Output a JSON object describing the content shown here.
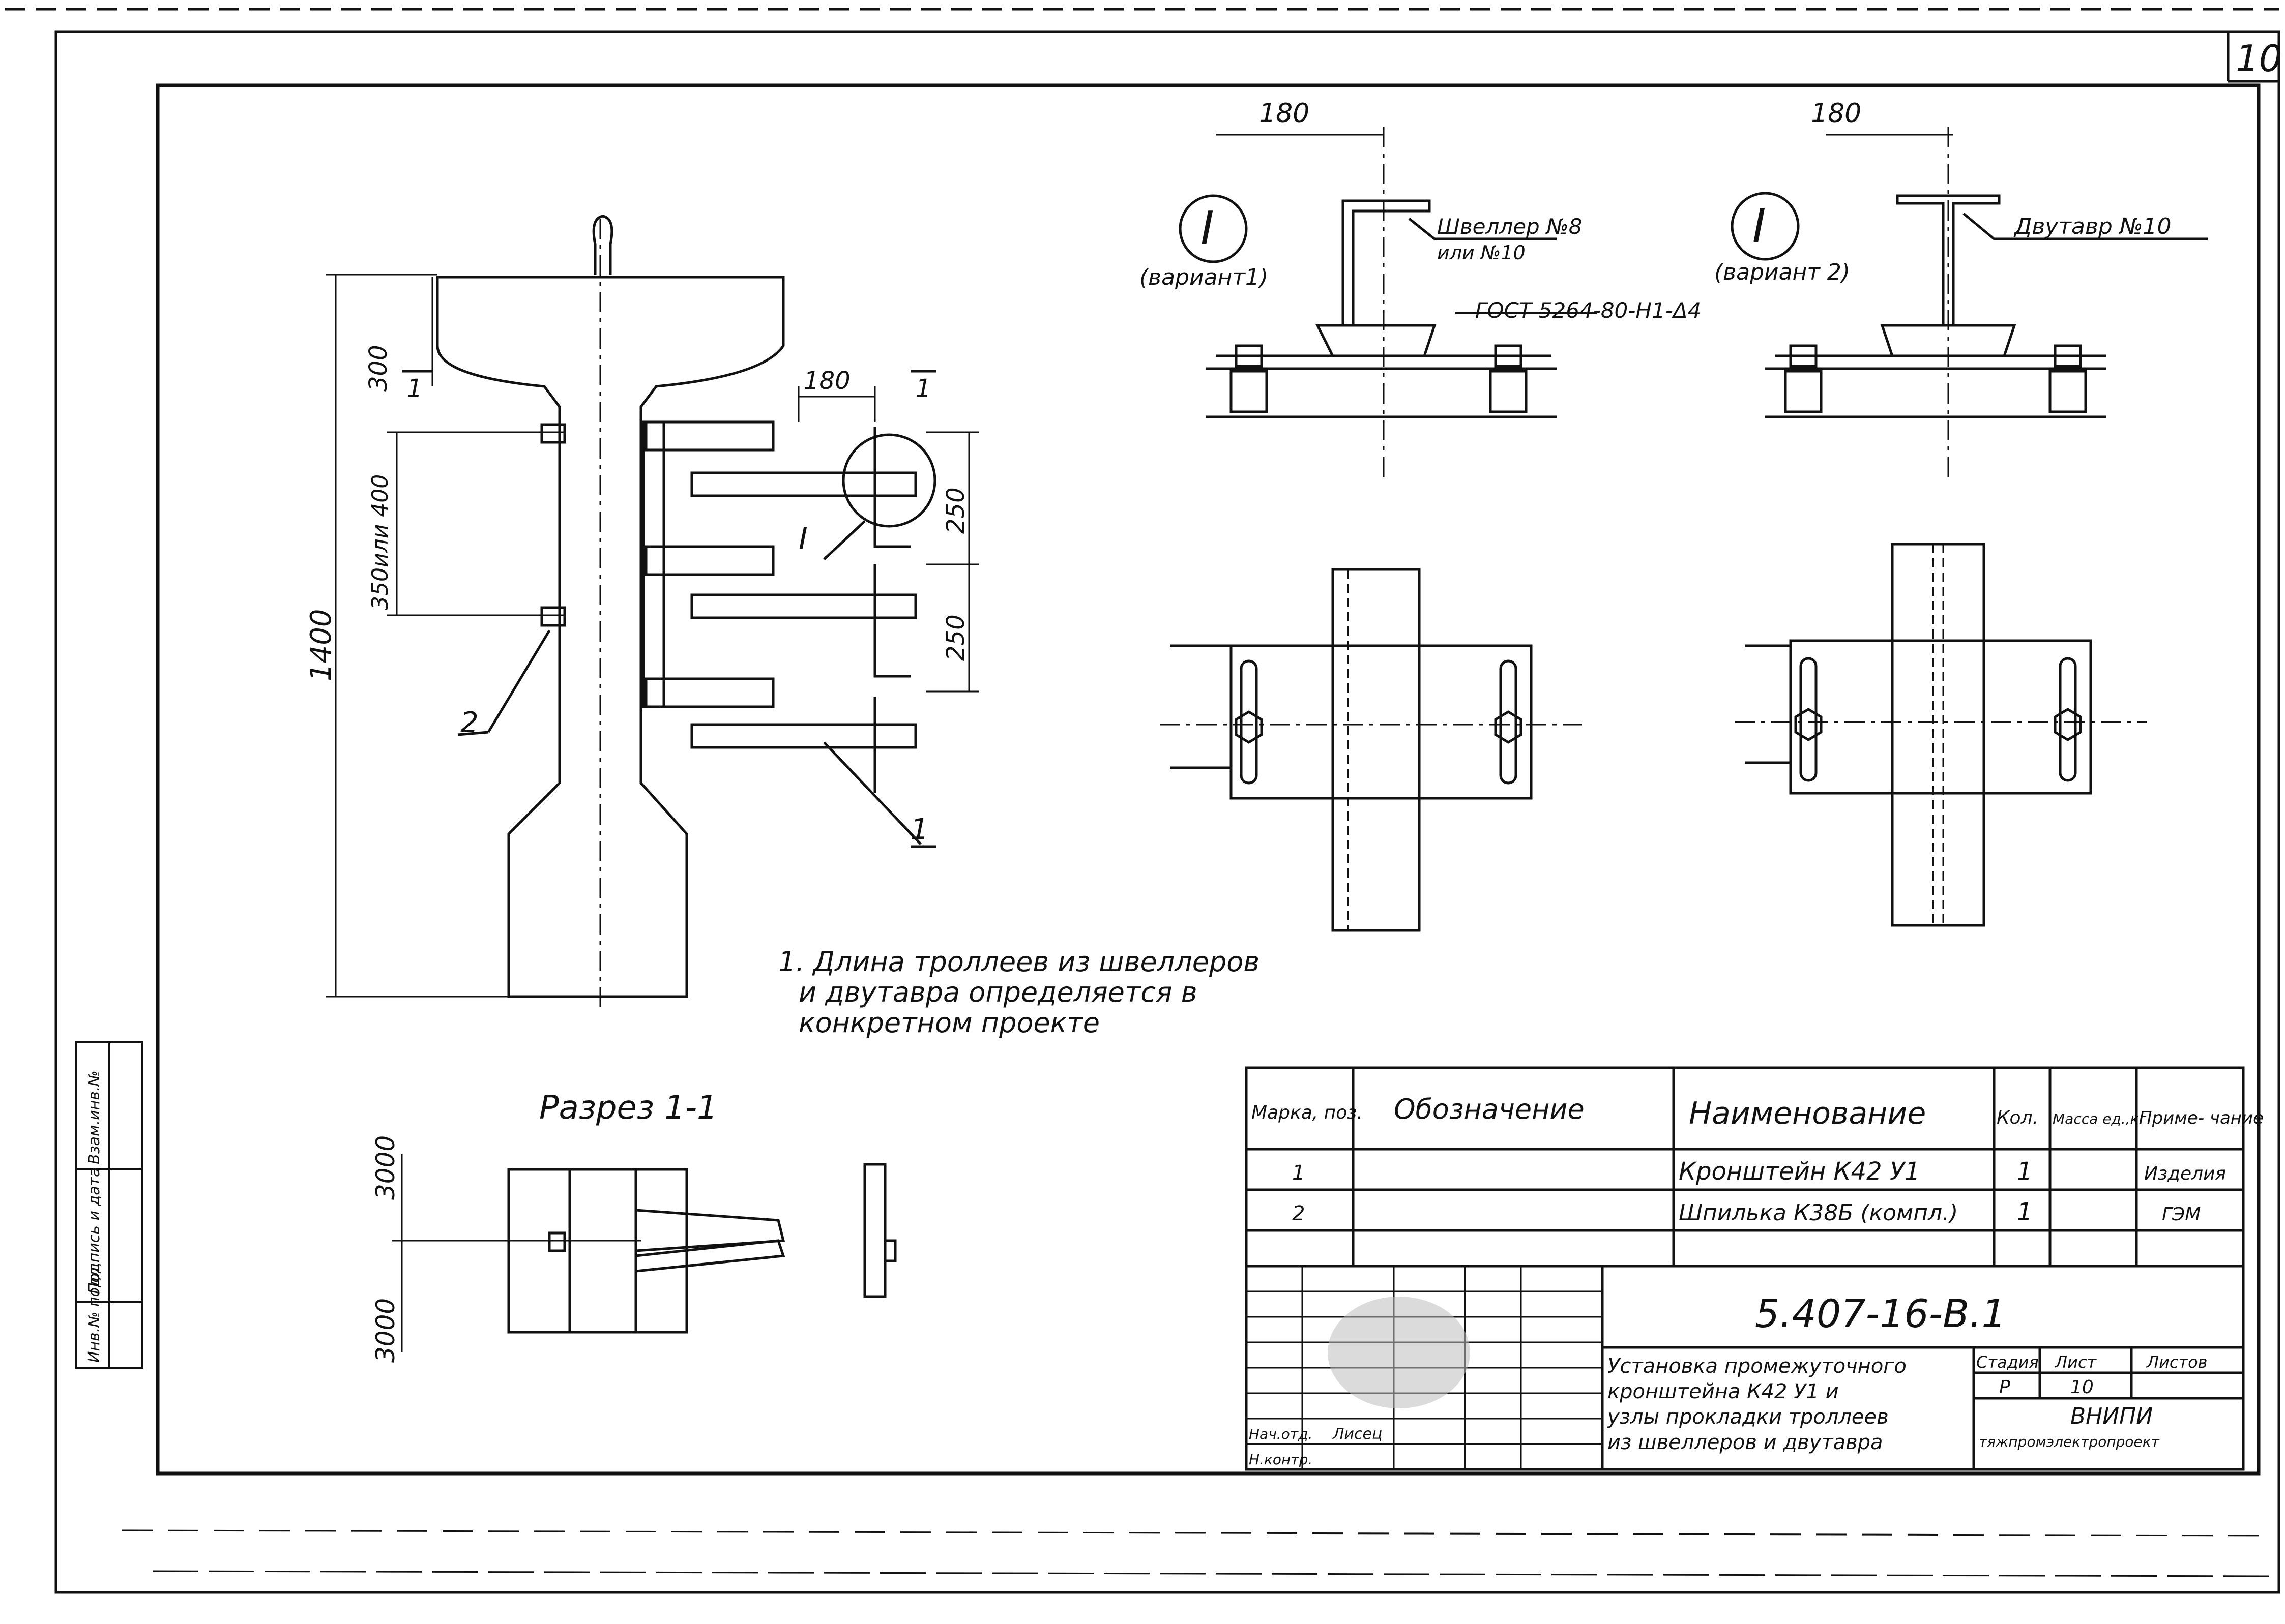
{
  "sheet": {
    "page_number": "10"
  },
  "stamp": {
    "left_labels": [
      "Взам.инв.№",
      "Подпись и дата",
      "Инв.№ подл."
    ]
  },
  "main_view": {
    "dim_total": "1400",
    "dim_top": "300",
    "dim_mid": "350или 400",
    "dim_bracket": "180",
    "dim_step_1": "250",
    "dim_step_2": "250",
    "section_mark": "1",
    "callout_detail": "I",
    "position_1": "1",
    "position_2": "2"
  },
  "detail_v1": {
    "mark": "I",
    "caption": "(вариант1)",
    "dim": "180",
    "label_channel": "Швеллер №8",
    "label_channel_alt": "или №10"
  },
  "detail_v2": {
    "mark": "I",
    "caption": "(вариант 2)",
    "dim": "180",
    "label_beam": "Двутавр №10"
  },
  "weld_note": "ГОСТ 5264-80-Н1-Δ4",
  "note": {
    "line1": "1. Длина троллеев из швеллеров",
    "line2": "и двутавра определяется в",
    "line3": "конкретном проекте"
  },
  "section": {
    "title": "Разрез 1-1",
    "dim_a": "3000",
    "dim_b": "3000"
  },
  "spec_table": {
    "headers": {
      "pos": "Марка, поз.",
      "designation": "Обозначение",
      "name": "Наименование",
      "qty": "Кол.",
      "mass": "Масса ед.,кг",
      "note": "Приме- чание"
    },
    "rows": [
      {
        "pos": "1",
        "name": "Кронштейн К42 У1",
        "qty": "1",
        "note": "Изделия"
      },
      {
        "pos": "2",
        "name": "Шпилька К38Б (компл.)",
        "qty": "1",
        "note": "ГЭМ"
      }
    ]
  },
  "title_block": {
    "code": "5.407-16-В.1",
    "description_1": "Установка промежуточного",
    "description_2": "кронштейна К42 У1 и",
    "description_3": "узлы прокладки троллеев",
    "description_4": "из швеллеров и двутавра",
    "stage_label": "Стадия",
    "sheet_label": "Лист",
    "sheets_label": "Листов",
    "stage": "Р",
    "sheet": "10",
    "org": "ВНИПИ",
    "org_sub": "тяжпромэлектропроект",
    "role_1": "Нач.отд.",
    "name_1": "Лисец",
    "role_2": "Н.контр."
  }
}
